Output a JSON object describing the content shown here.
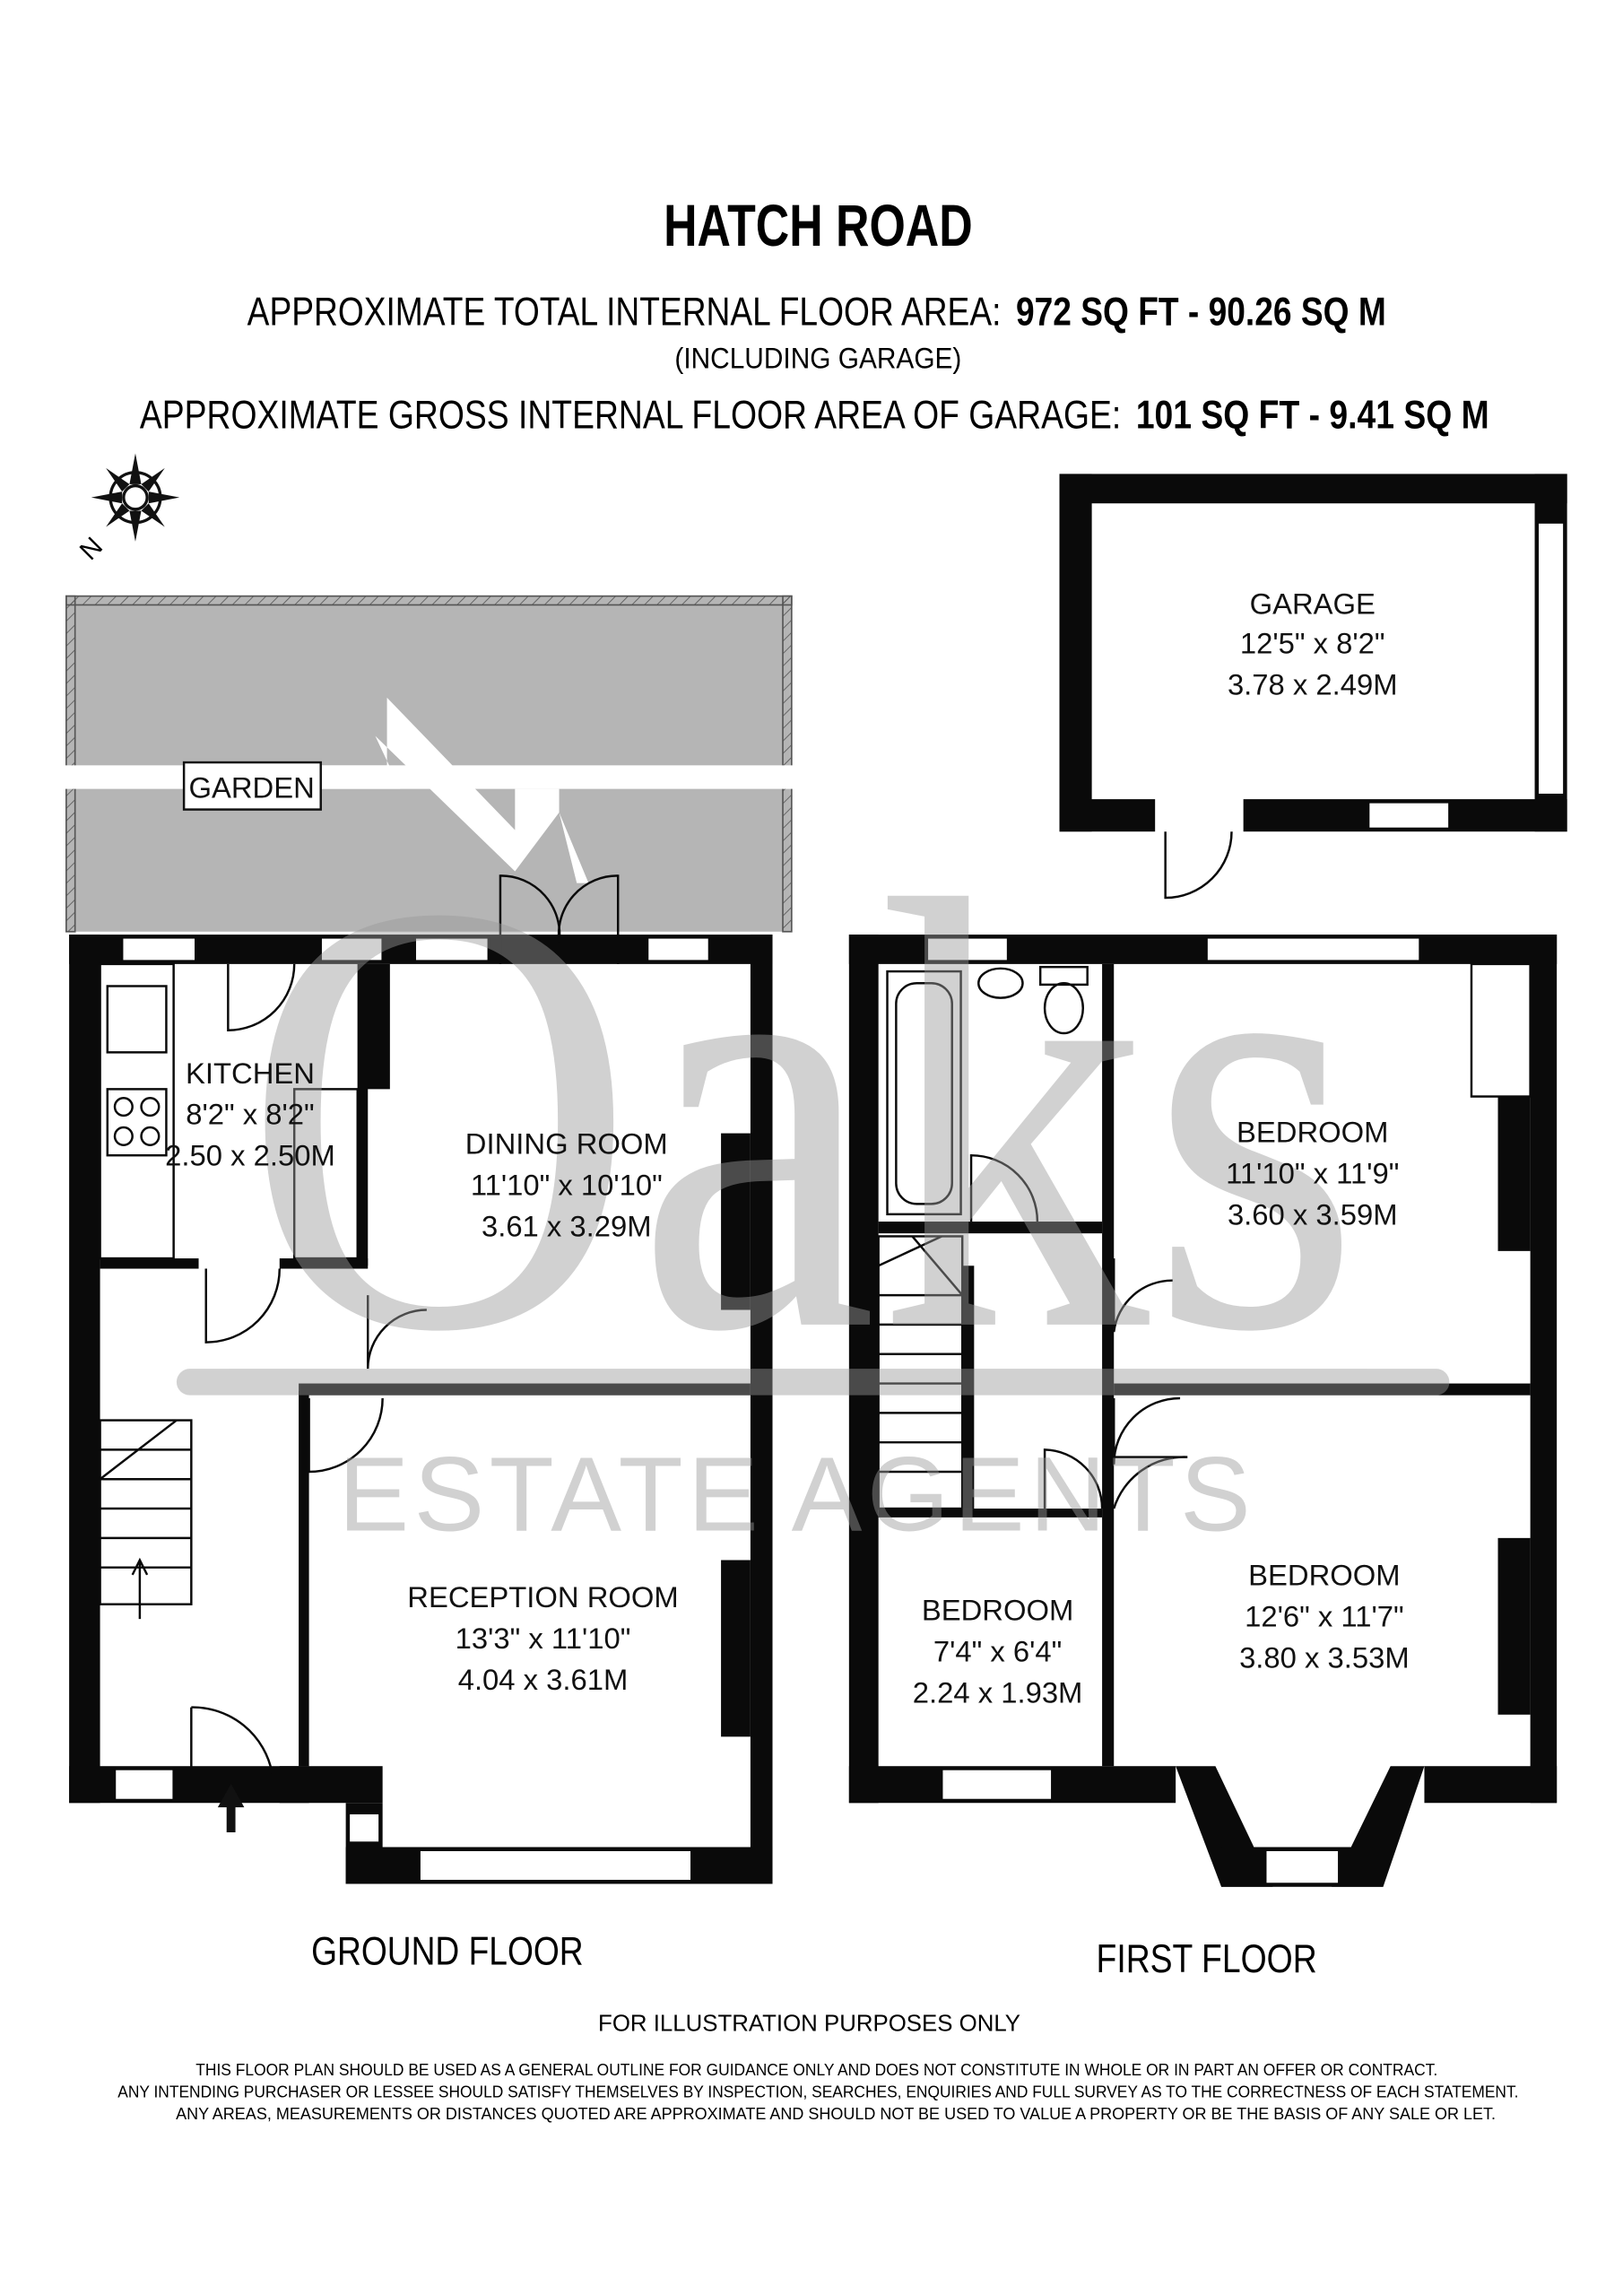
{
  "header": {
    "title": "HATCH ROAD",
    "total_area_label": "APPROXIMATE TOTAL INTERNAL FLOOR AREA:",
    "total_area_value": "972 SQ FT  - 90.26 SQ M",
    "total_area_note": "(INCLUDING GARAGE)",
    "garage_area_label": "APPROXIMATE GROSS INTERNAL FLOOR AREA OF GARAGE:",
    "garage_area_value": "101 SQ FT  - 9.41 SQ M"
  },
  "compass": {
    "north_label": "N"
  },
  "watermark": {
    "logo": "Oaks",
    "tagline": "ESTATE AGENTS"
  },
  "ground_floor": {
    "label": "GROUND FLOOR",
    "garden": "GARDEN",
    "rooms": [
      {
        "name": "KITCHEN",
        "imperial": "8'2\" x 8'2\"",
        "metric": "2.50 x 2.50M"
      },
      {
        "name": "DINING ROOM",
        "imperial": "11'10\" x 10'10\"",
        "metric": "3.61 x 3.29M"
      },
      {
        "name": "RECEPTION ROOM",
        "imperial": "13'3\" x 11'10\"",
        "metric": "4.04 x 3.61M"
      }
    ]
  },
  "garage": {
    "name": "GARAGE",
    "imperial": "12'5\" x 8'2\"",
    "metric": "3.78 x 2.49M"
  },
  "first_floor": {
    "label": "FIRST FLOOR",
    "rooms": [
      {
        "name": "BEDROOM",
        "imperial": "11'10\" x 11'9\"",
        "metric": "3.60 x 3.59M"
      },
      {
        "name": "BEDROOM",
        "imperial": "12'6\" x 11'7\"",
        "metric": "3.80 x 3.53M"
      },
      {
        "name": "BEDROOM",
        "imperial": "7'4\" x 6'4\"",
        "metric": "2.24 x 1.93M"
      }
    ]
  },
  "footer": {
    "illustration_note": "FOR ILLUSTRATION PURPOSES ONLY",
    "disclaimer": [
      "THIS FLOOR PLAN SHOULD BE USED AS A GENERAL OUTLINE FOR GUIDANCE ONLY AND DOES NOT CONSTITUTE IN WHOLE OR IN PART AN OFFER OR CONTRACT.",
      "ANY INTENDING PURCHASER OR LESSEE SHOULD SATISFY THEMSELVES BY INSPECTION, SEARCHES, ENQUIRIES AND FULL SURVEY AS TO THE CORRECTNESS OF EACH STATEMENT.",
      "ANY AREAS, MEASUREMENTS OR DISTANCES QUOTED ARE APPROXIMATE AND SHOULD NOT BE USED TO VALUE A PROPERTY OR BE THE BASIS OF ANY SALE OR LET."
    ]
  }
}
